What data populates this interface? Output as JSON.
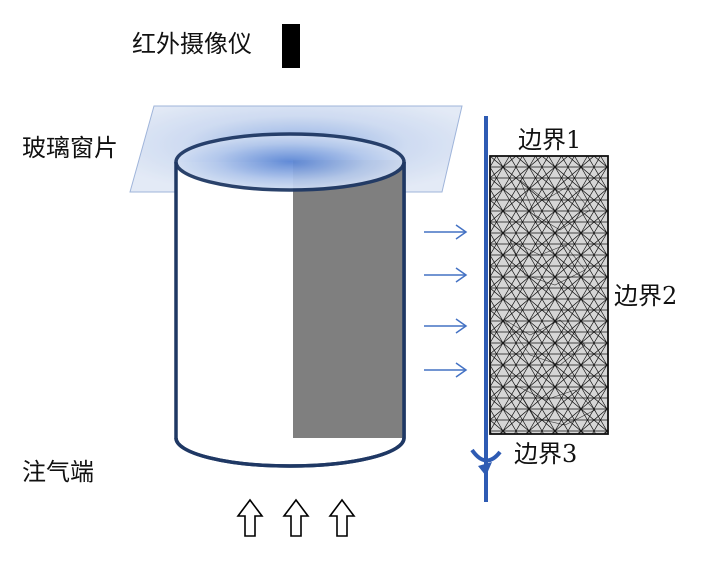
{
  "labels": {
    "camera": "红外摄像仪",
    "glass": "玻璃窗片",
    "inlet": "注气端",
    "boundary1": "边界1",
    "boundary2": "边界2",
    "boundary3": "边界3"
  },
  "colors": {
    "cylinder_outline": "#1f3864",
    "glass_fill": "#c9d7ee",
    "glass_edge": "#8fa8d4",
    "sample_fill": "#7f7f7f",
    "arrow_blue": "#4472c4",
    "wall_line": "#2e5bb3",
    "mesh_fill": "#d9d9d9",
    "mesh_line": "#111111",
    "camera_block": "#000000"
  },
  "icons": {
    "camera": "black-rectangle",
    "inlet_arrows": "outlined-up-arrow",
    "flow_arrows": "right-arrow",
    "curved_arrow": "curved-down-arrow"
  }
}
